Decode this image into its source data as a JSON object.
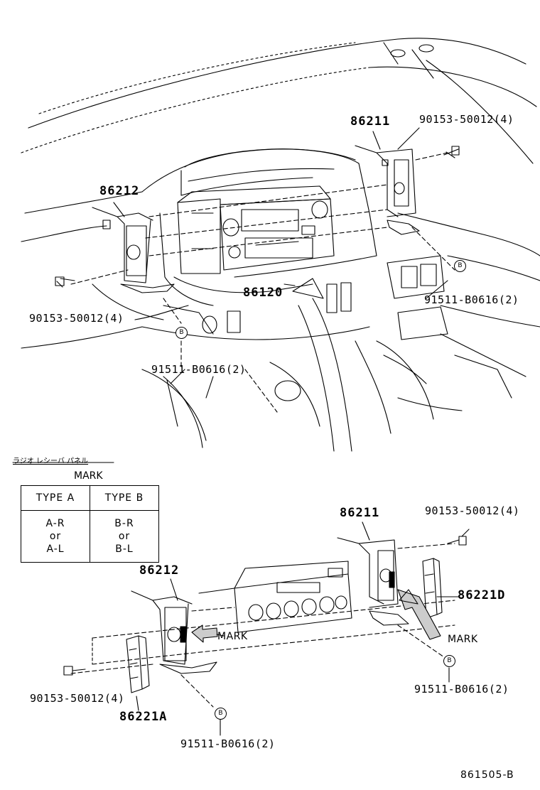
{
  "top_labels": {
    "p86211": "86211",
    "p90153_top_right": "90153-50012(4)",
    "p86212": "86212",
    "p86120": "86120",
    "p90153_top_left": "90153-50012(4)",
    "p91511_right": "91511-B0616(2)",
    "p91511_left": "91511-B0616(2)"
  },
  "jp_caption": "ラジオ レシーバ パネル",
  "mark_table": {
    "title": "MARK",
    "headers": [
      "TYPE A",
      "TYPE B"
    ],
    "type_a_lines": [
      "A-R",
      "or",
      "A-L"
    ],
    "type_b_lines": [
      "B-R",
      "or",
      "B-L"
    ]
  },
  "bottom_labels": {
    "p86211": "86211",
    "p90153_right": "90153-50012(4)",
    "p86212": "86212",
    "p86221D": "86221D",
    "mark_left": "MARK",
    "mark_right": "MARK",
    "p90153_left": "90153-50012(4)",
    "p86221A": "86221A",
    "p91511_right": "91511-B0616(2)",
    "p91511_bottom": "91511-B0616(2)"
  },
  "callout_letter": "B",
  "reference": "861505-B"
}
